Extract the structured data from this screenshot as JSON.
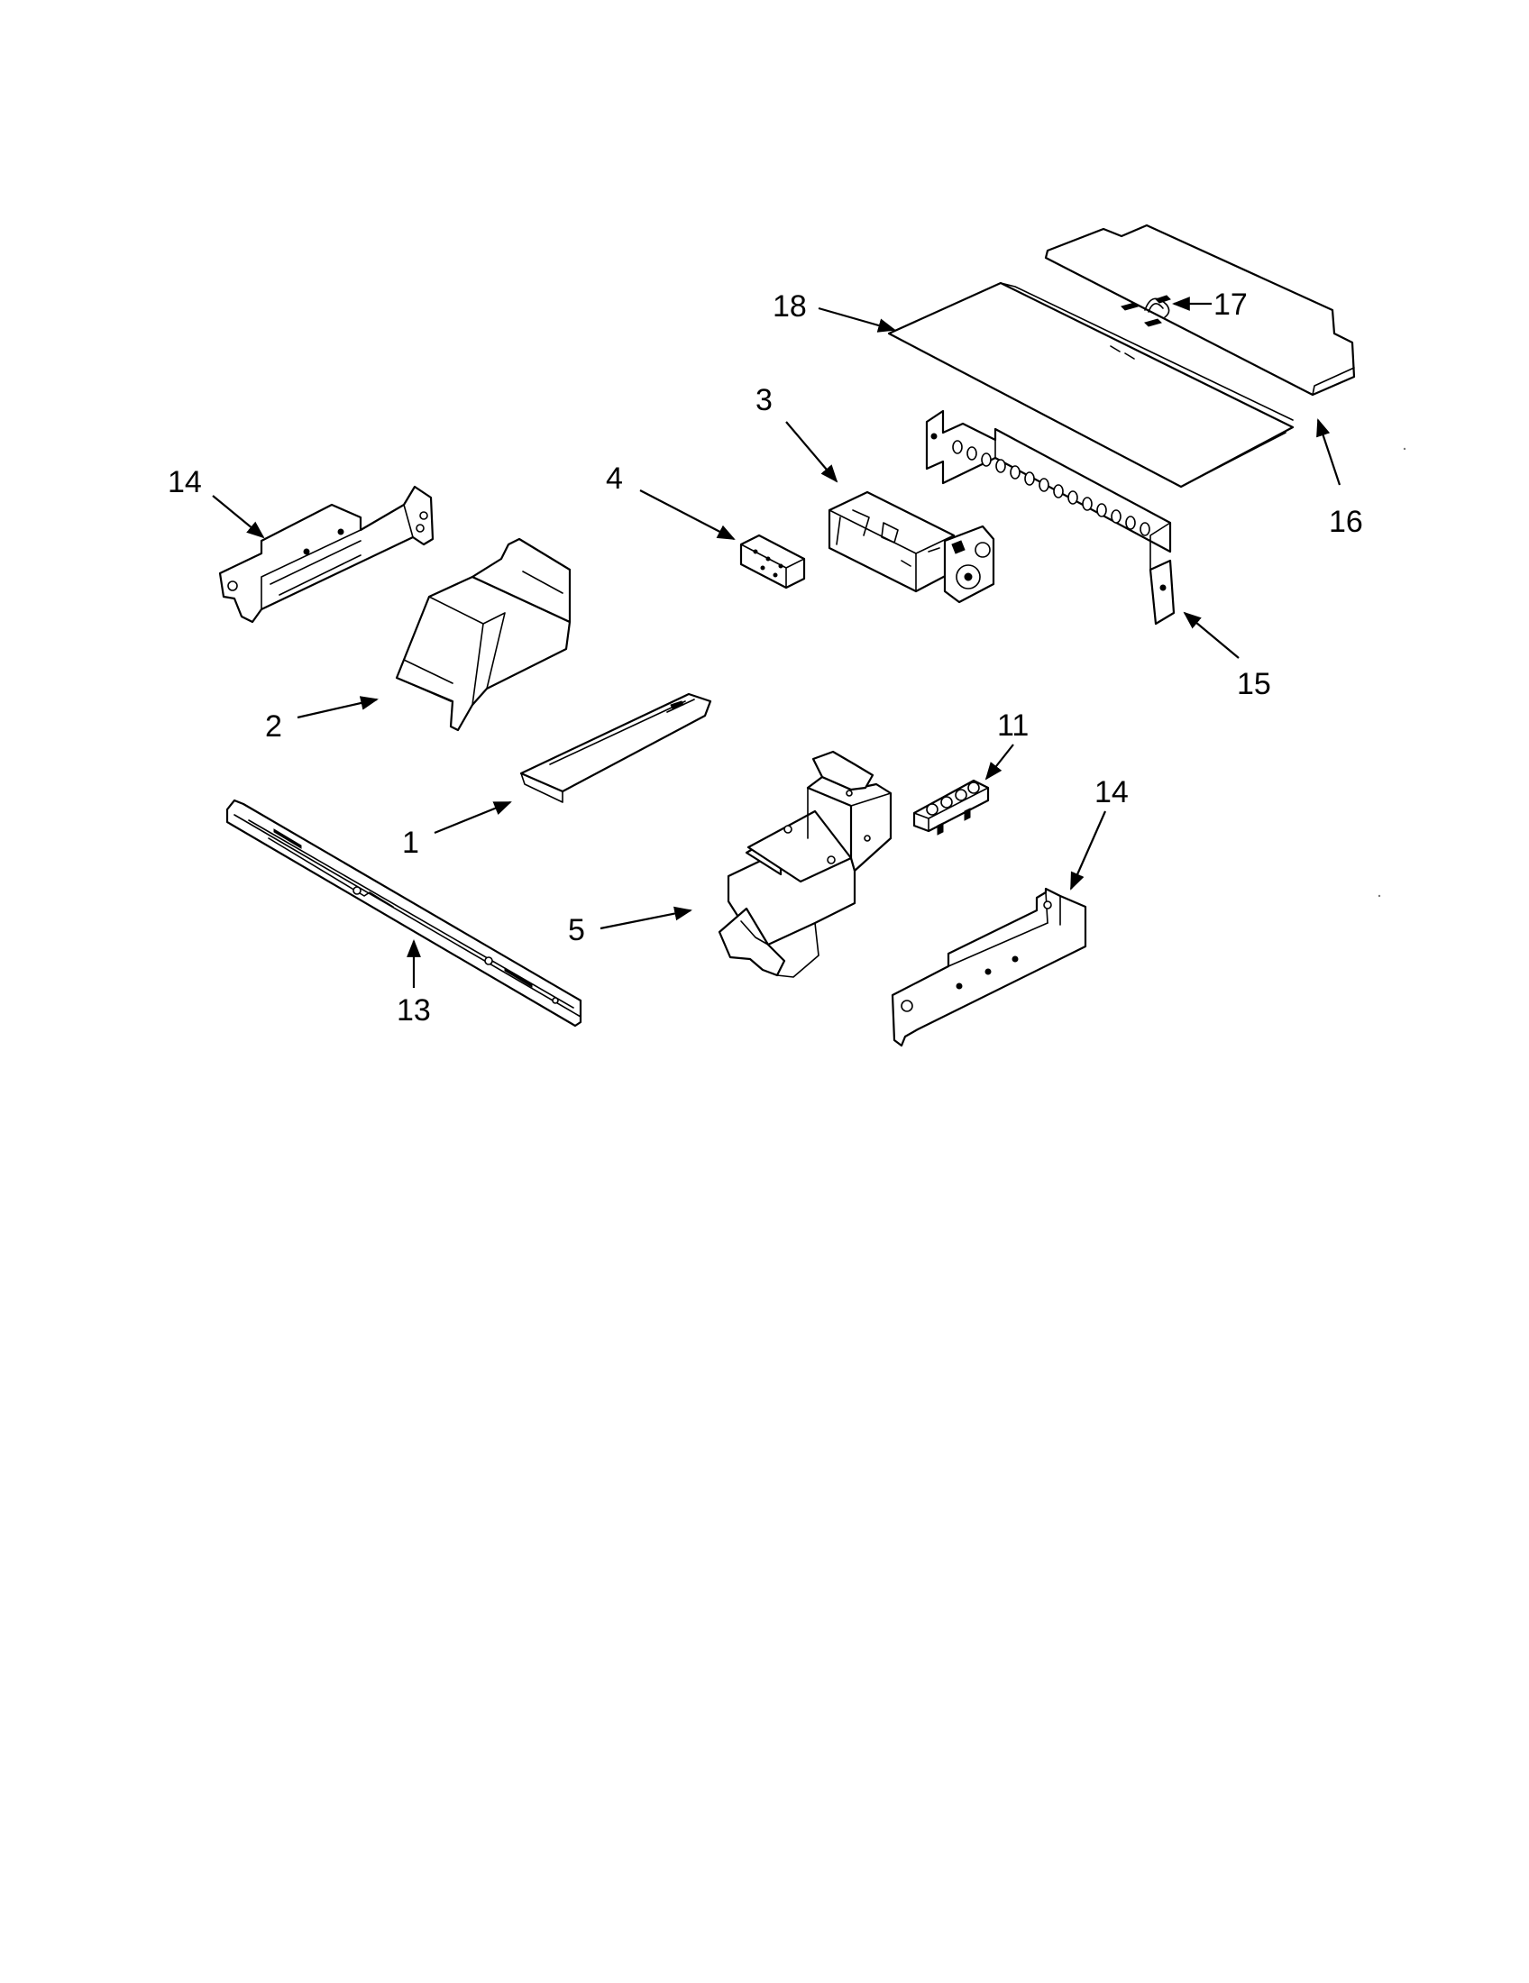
{
  "callouts": {
    "c18": "18",
    "c17": "17",
    "c16": "16",
    "c3": "3",
    "c4": "4",
    "c14a": "14",
    "c15": "15",
    "c2": "2",
    "c11": "11",
    "c14b": "14",
    "c1": "1",
    "c5": "5",
    "c13": "13"
  },
  "colors": {
    "line": "#000000",
    "background": "#ffffff"
  }
}
